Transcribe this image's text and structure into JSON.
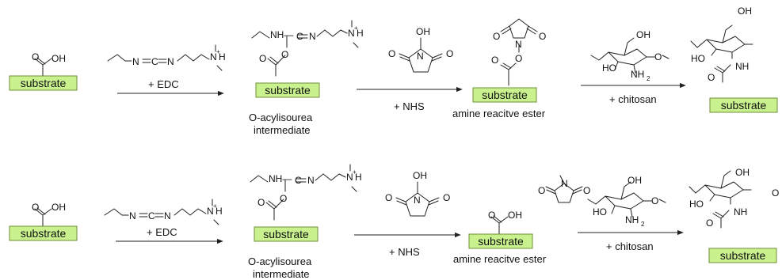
{
  "boxes": {
    "substrate_label": "substrate",
    "fill_color": "#c9f28f",
    "border_color": "#6f8f3a"
  },
  "reagents": {
    "edc": "+ EDC",
    "nhs": "+ NHS",
    "chitosan": "+ chitosan"
  },
  "intermediates": {
    "acylisourea_line1": "O-acylisourea",
    "acylisourea_line2": "intermediate",
    "ester": "amine reacitve ester"
  },
  "atoms": {
    "O": "O",
    "OH": "OH",
    "N": "N",
    "NH": "NH",
    "NH_dash": "NH—",
    "C": "C",
    "HO": "HO",
    "N_plus": "N",
    "plus": "+",
    "H": "H",
    "NH2": "NH",
    "sub2": "2"
  }
}
